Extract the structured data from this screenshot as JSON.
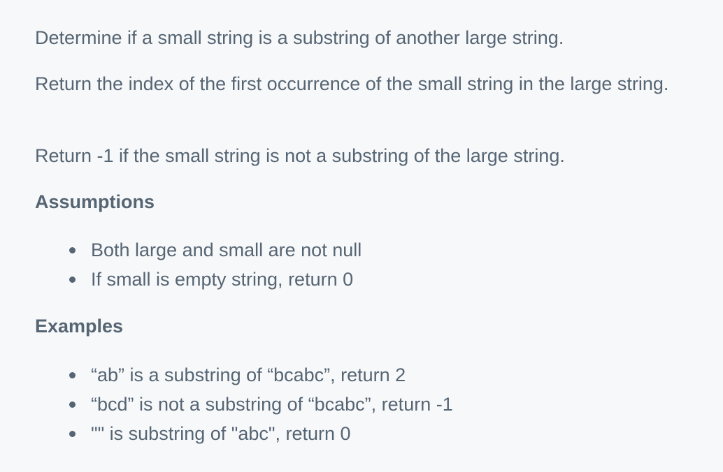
{
  "paragraphs": [
    "Determine if a small string is a substring of another large string.",
    "Return the index of the first occurrence of the small string in the large string.",
    "Return -1 if the small string is not a substring of the large string."
  ],
  "assumptions": {
    "heading": "Assumptions",
    "items": [
      "Both large and small are not null",
      "If small is empty string, return 0"
    ]
  },
  "examples": {
    "heading": "Examples",
    "items": [
      "“ab” is a substring of “bcabc”, return 2",
      "“bcd” is not a substring of “bcabc”, return -1",
      "\"\" is substring of \"abc\", return 0"
    ]
  }
}
